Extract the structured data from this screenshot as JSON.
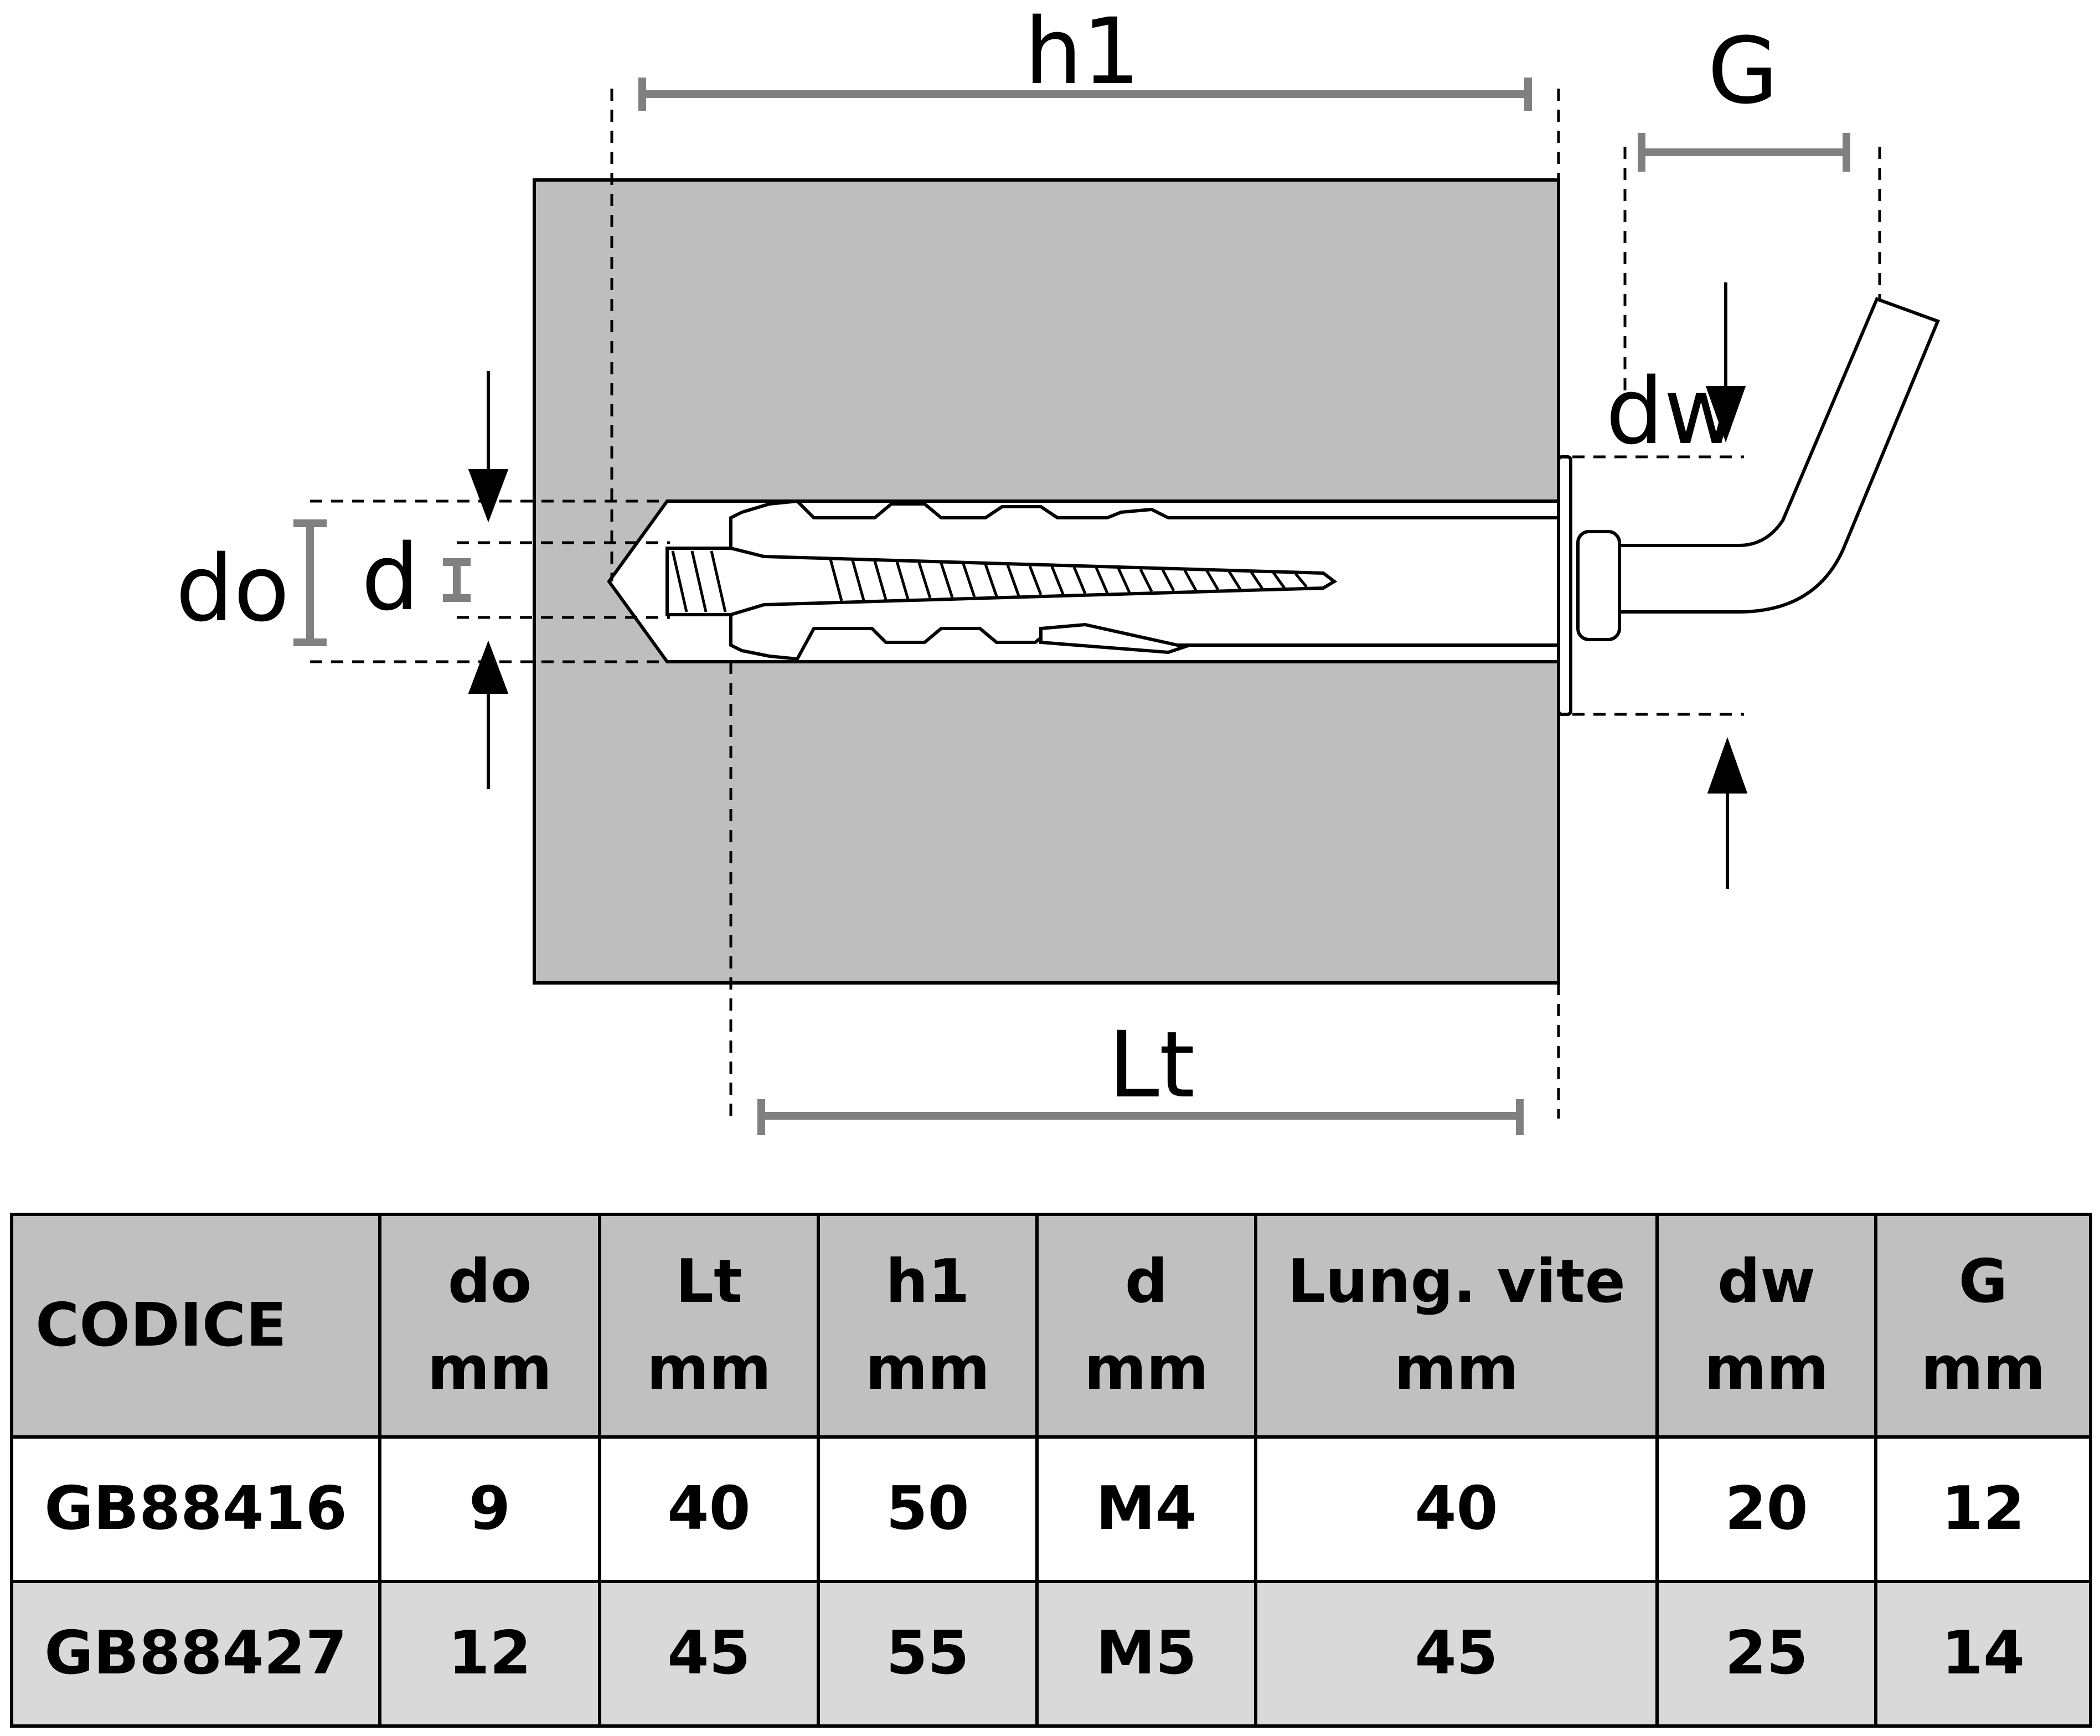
{
  "diagram": {
    "labels": {
      "h1": "h1",
      "G": "G",
      "dw": "dw",
      "do": "do",
      "d": "d",
      "Lt": "Lt"
    },
    "colors": {
      "wall_fill": "#bebebe",
      "dimension_line": "#808080",
      "line": "#000000"
    }
  },
  "table": {
    "headers": [
      {
        "name": "CODICE",
        "unit": ""
      },
      {
        "name": "do",
        "unit": "mm"
      },
      {
        "name": "Lt",
        "unit": "mm"
      },
      {
        "name": "h1",
        "unit": "mm"
      },
      {
        "name": "d",
        "unit": "mm"
      },
      {
        "name": "Lung. vite",
        "unit": "mm"
      },
      {
        "name": "dw",
        "unit": "mm"
      },
      {
        "name": "G",
        "unit": "mm"
      }
    ],
    "rows": [
      [
        "GB88416",
        "9",
        "40",
        "50",
        "M4",
        "40",
        "20",
        "12"
      ],
      [
        "GB88427",
        "12",
        "45",
        "55",
        "M5",
        "45",
        "25",
        "14"
      ]
    ],
    "colors": {
      "header_bg": "#c0c0c0",
      "row_odd_bg": "#ffffff",
      "row_even_bg": "#d9d9d9"
    }
  }
}
